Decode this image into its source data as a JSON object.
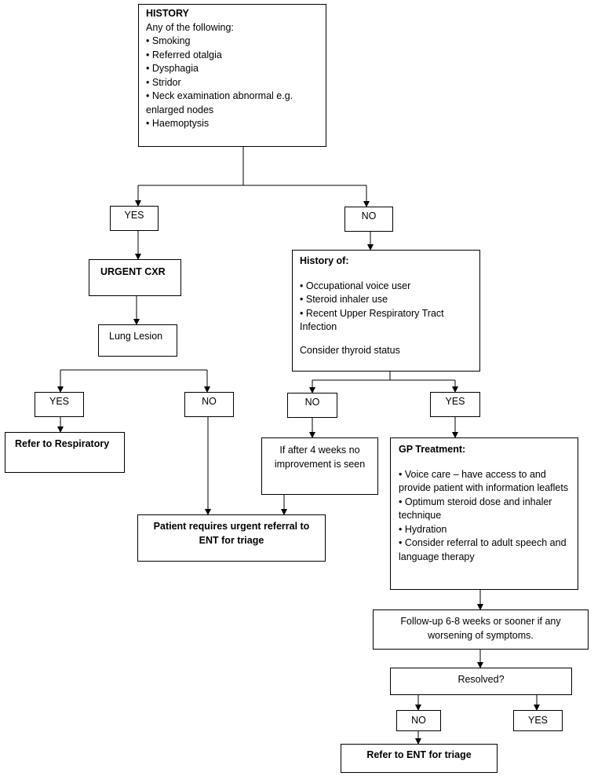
{
  "history_box": {
    "title": "HISTORY",
    "intro": "Any of the following:",
    "items": [
      "Smoking",
      "Referred otalgia",
      "Dysphagia",
      "Stridor",
      "Neck examination abnormal e.g. enlarged nodes",
      "Haemoptysis"
    ]
  },
  "branch_left": {
    "yes": "YES",
    "urgent_cxr": "URGENT CXR",
    "lung_lesion": "Lung Lesion",
    "lesion_yes": "YES",
    "lesion_no": "NO",
    "refer_respiratory": "Refer to Respiratory"
  },
  "branch_right": {
    "no": "NO",
    "history_of": {
      "title": "History of:",
      "items": [
        "Occupational voice user",
        "Steroid inhaler use",
        "Recent Upper Respiratory Tract Infection"
      ],
      "note": "Consider thyroid status"
    },
    "hist_no": "NO",
    "hist_yes": "YES",
    "if_after": "If after 4 weeks no improvement is seen",
    "gp_treatment": {
      "title": "GP Treatment:",
      "items": [
        "Voice care – have access to and provide patient with information leaflets",
        "Optimum steroid dose and inhaler technique",
        "Hydration",
        "Consider referral to adult speech and language therapy"
      ]
    },
    "followup": "Follow-up 6-8 weeks or sooner if any worsening of symptoms.",
    "resolved": "Resolved?",
    "resolved_no": "NO",
    "resolved_yes": "YES",
    "refer_ent": "Refer to ENT for triage"
  },
  "urgent_referral": "Patient requires urgent referral to ENT for triage"
}
